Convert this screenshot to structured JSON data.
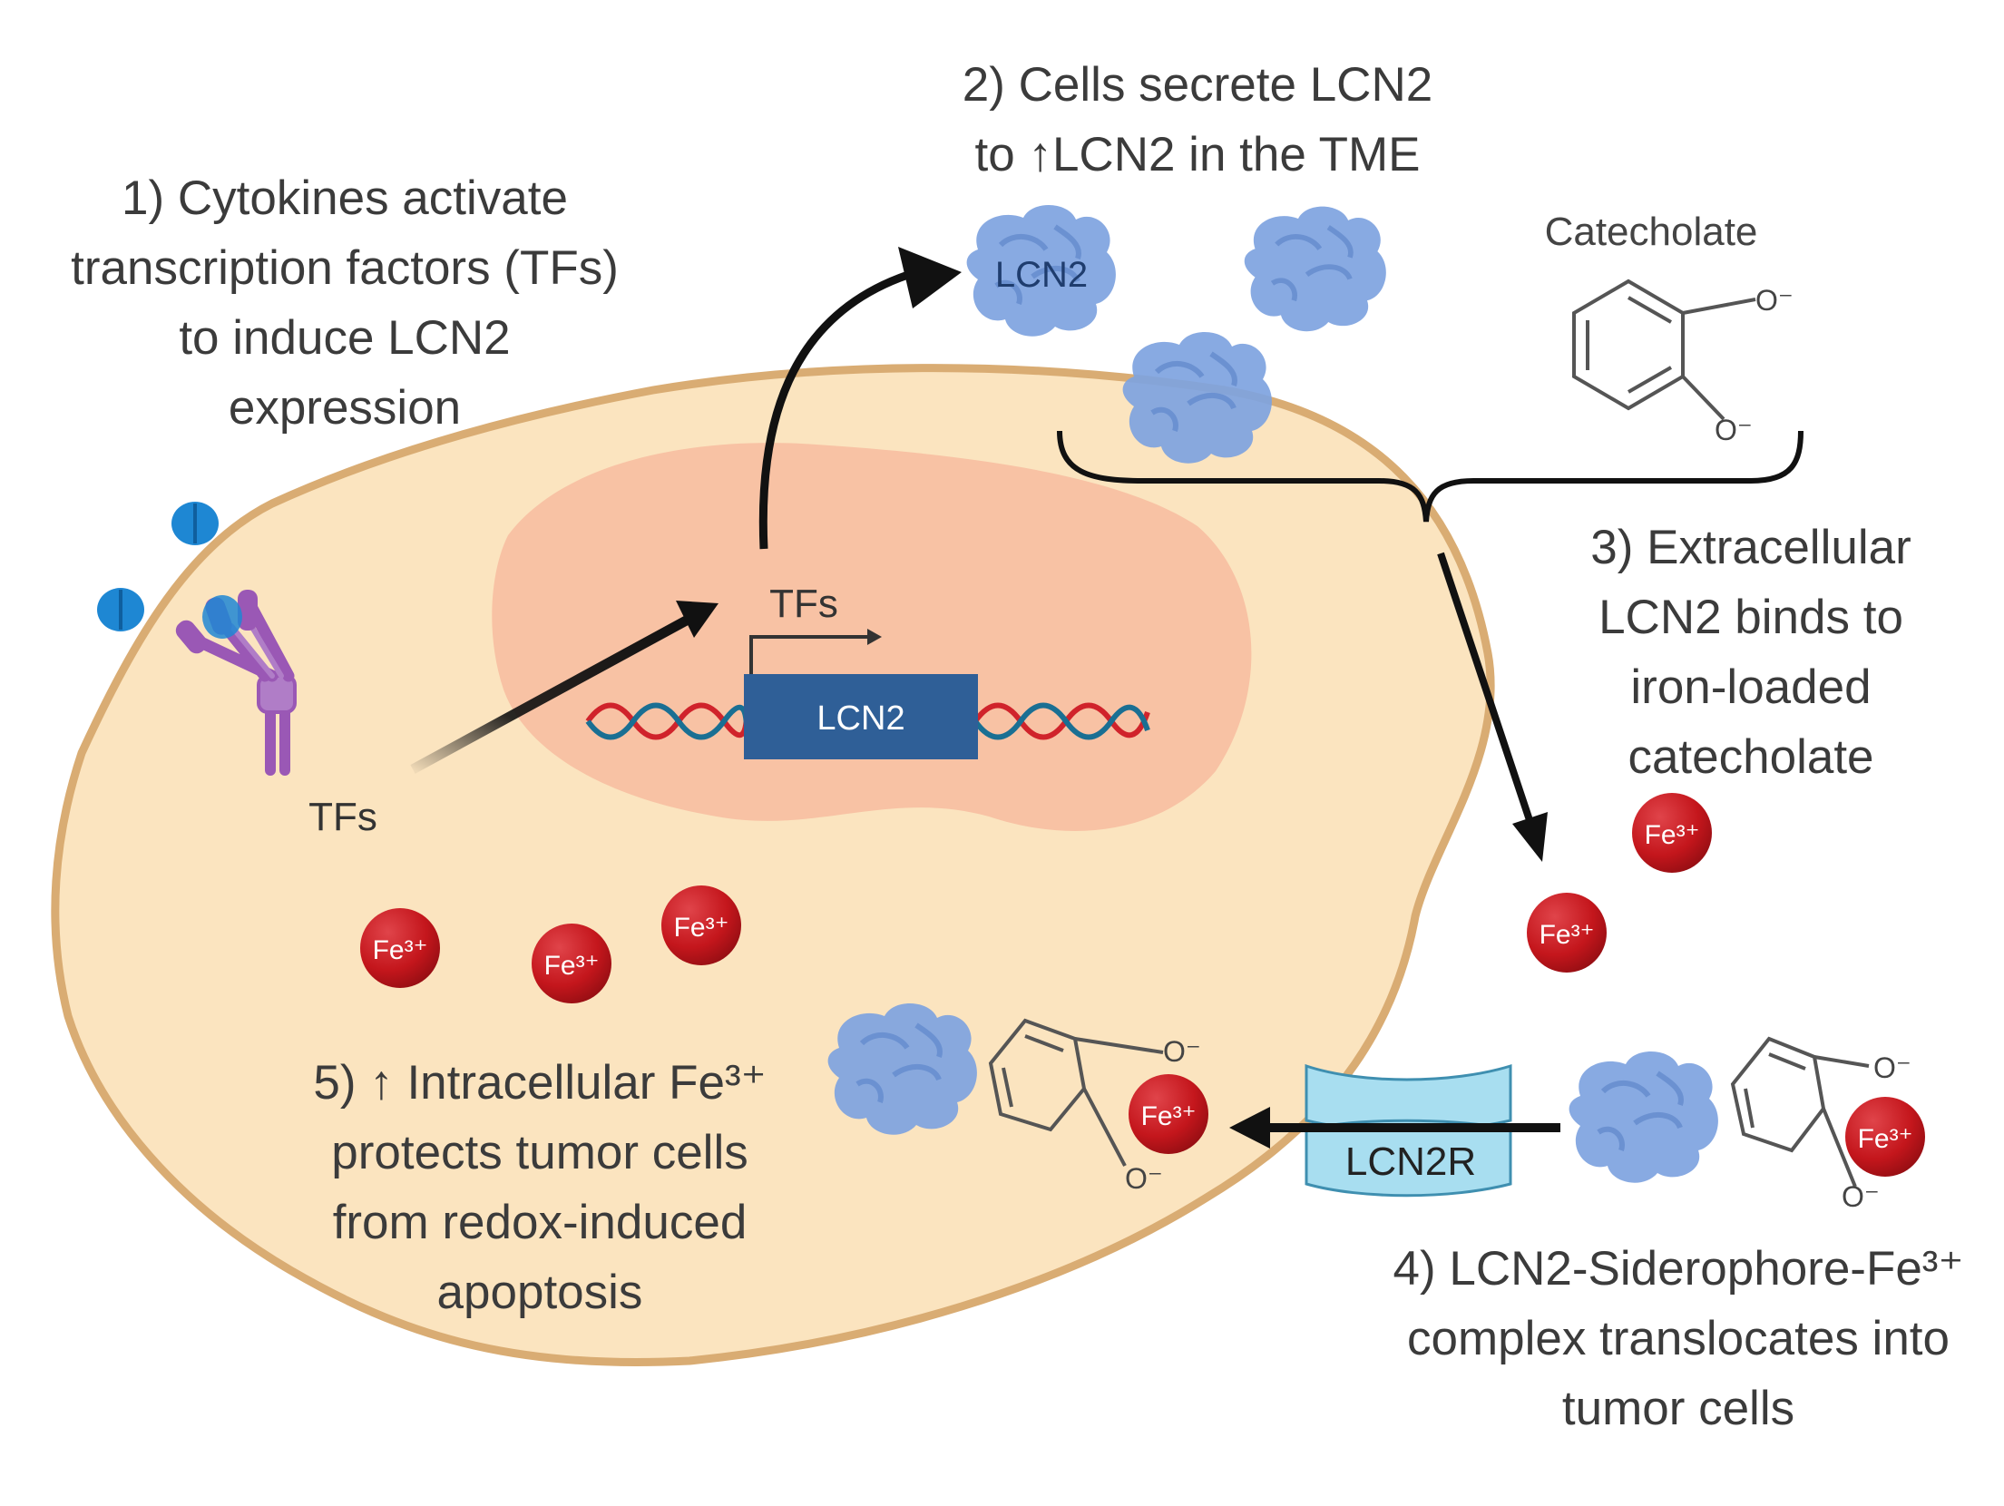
{
  "steps": {
    "s1": [
      "1) Cytokines activate",
      "transcription factors (TFs)",
      "to induce LCN2",
      "expression"
    ],
    "s2": [
      "2) Cells secrete LCN2",
      "to ↑LCN2 in the TME"
    ],
    "s3": [
      "3) Extracellular",
      "LCN2 binds to",
      "iron-loaded",
      "catecholate"
    ],
    "s4": [
      "4) LCN2-Siderophore-Fe³⁺",
      "complex translocates into",
      "tumor cells"
    ],
    "s5": [
      "5) ↑ Intracellular Fe³⁺",
      "protects tumor cells",
      "from redox-induced",
      "apoptosis"
    ]
  },
  "labels": {
    "catecholate": "Catecholate",
    "lcn2_protein": "LCN2",
    "gene": "LCN2",
    "tfs_nucleus": "TFs",
    "tfs_cytoplasm": "TFs",
    "receptor": "LCN2R",
    "iron": "Fe³⁺",
    "oxygen": "O⁻"
  },
  "colors": {
    "cell_fill": "#fbe4bf",
    "cell_border": "#d9ac73",
    "nucleus": "#f8c2a4",
    "protein": "#7ea3e0",
    "iron": "#c4161c",
    "gene_box": "#2f5f97",
    "dna_red": "#d0232b",
    "dna_blue": "#1a6f93",
    "receptor": "#a8def0",
    "cytokine": "#1e87d3",
    "tf_receptor": "#9a58b5"
  }
}
